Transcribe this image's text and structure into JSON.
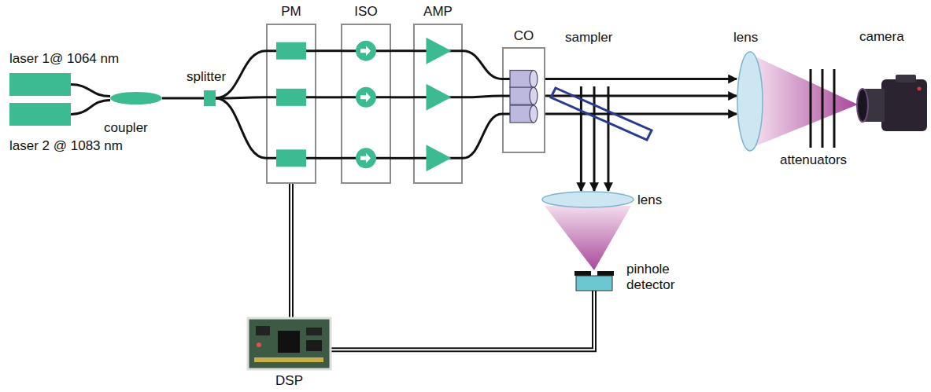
{
  "diagram": {
    "nodes": [
      {
        "text": [
          "laser 1@ 1064 nm"
        ]
      },
      {
        "text": [
          "laser 2 @ 1083 nm"
        ]
      },
      {
        "text": [
          "coupler"
        ]
      },
      {
        "text": [
          "splitter"
        ]
      },
      {
        "text": [
          "PM"
        ]
      },
      {
        "text": [
          "ISO"
        ]
      },
      {
        "text": [
          "AMP"
        ]
      },
      {
        "text": [
          "CO"
        ]
      },
      {
        "text": [
          "sampler"
        ]
      },
      {
        "text": [
          "lens"
        ]
      },
      {
        "text": [
          "attenuators"
        ]
      },
      {
        "text": [
          "camera"
        ]
      },
      {
        "text": [
          "lens"
        ]
      },
      {
        "text": [
          "pinhole detector"
        ]
      },
      {
        "text": [
          "DSP"
        ]
      }
    ],
    "edges": [
      {
        "from": 0,
        "to": 2,
        "arrow": "none"
      },
      {
        "from": 1,
        "to": 2,
        "arrow": "none"
      },
      {
        "from": 2,
        "to": 3,
        "arrow": "none"
      },
      {
        "from": 3,
        "to": 4,
        "arrow": "none"
      },
      {
        "from": 3,
        "to": 4,
        "arrow": "none"
      },
      {
        "from": 3,
        "to": 4,
        "arrow": "none"
      },
      {
        "from": 4,
        "to": 5,
        "arrow": "none"
      },
      {
        "from": 4,
        "to": 5,
        "arrow": "none"
      },
      {
        "from": 4,
        "to": 5,
        "arrow": "none"
      },
      {
        "from": 5,
        "to": 6,
        "arrow": "none"
      },
      {
        "from": 5,
        "to": 6,
        "arrow": "none"
      },
      {
        "from": 5,
        "to": 6,
        "arrow": "none"
      },
      {
        "from": 6,
        "to": 7,
        "arrow": "none"
      },
      {
        "from": 6,
        "to": 7,
        "arrow": "none"
      },
      {
        "from": 6,
        "to": 7,
        "arrow": "none"
      },
      {
        "from": 7,
        "to": 9,
        "arrow": "to"
      },
      {
        "from": 7,
        "to": 9,
        "arrow": "to"
      },
      {
        "from": 7,
        "to": 9,
        "arrow": "to"
      },
      {
        "from": 8,
        "to": 12,
        "arrow": "to"
      },
      {
        "from": 8,
        "to": 12,
        "arrow": "to"
      },
      {
        "from": 8,
        "to": 12,
        "arrow": "to"
      },
      {
        "from": 4,
        "to": 14,
        "arrow": "none"
      },
      {
        "from": 14,
        "to": 13,
        "arrow": "none"
      }
    ]
  }
}
